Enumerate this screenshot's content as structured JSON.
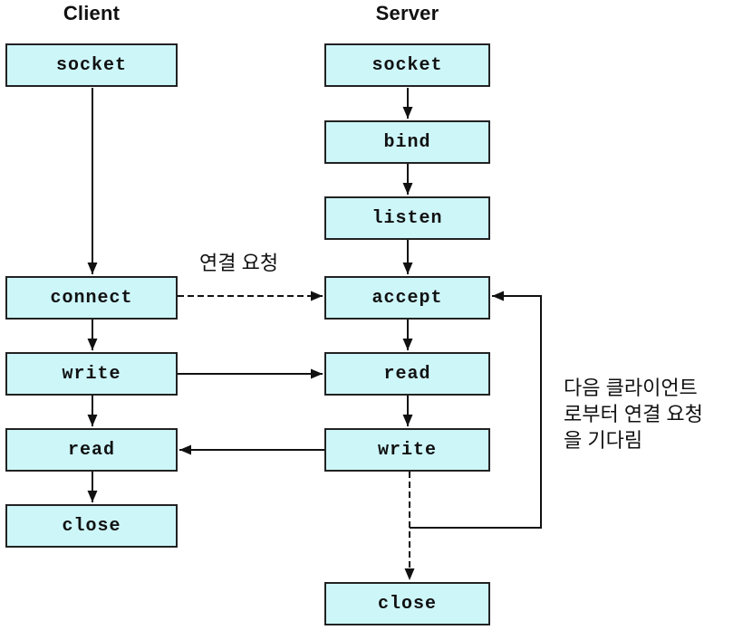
{
  "client": {
    "title": "Client",
    "nodes": [
      "socket",
      "connect",
      "write",
      "read",
      "close"
    ]
  },
  "server": {
    "title": "Server",
    "nodes": [
      "socket",
      "bind",
      "listen",
      "accept",
      "read",
      "write",
      "close"
    ]
  },
  "annotations": {
    "connection_request": "연결 요청",
    "wait_lines": [
      "다음 클라이언트",
      "로부터 연결 요청",
      "을 기다림"
    ]
  },
  "colors": {
    "background": "#ffffff",
    "node_fill": "#cdf6f9",
    "node_border": "#222222",
    "line": "#111111",
    "text": "#111111"
  }
}
